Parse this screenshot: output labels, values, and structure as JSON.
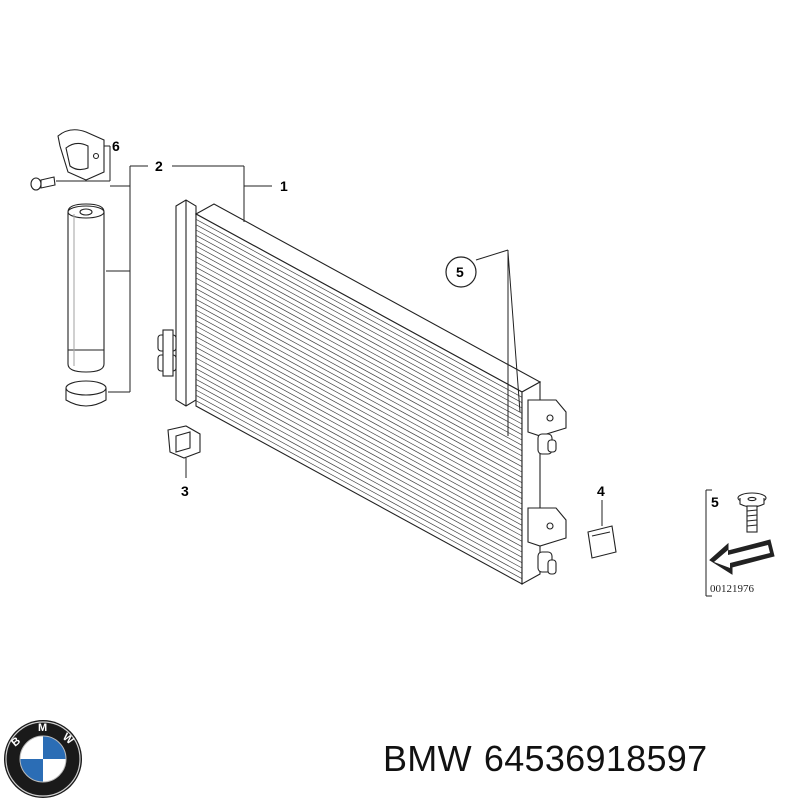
{
  "callouts": {
    "c1": "1",
    "c2": "2",
    "c3": "3",
    "c4": "4",
    "c5": "5",
    "c6": "6"
  },
  "legend": {
    "number": "5",
    "code": "00121976"
  },
  "footer": {
    "brand": "BMW",
    "part_number": "64536918597"
  },
  "logo": {
    "letters": "BMW",
    "colors": {
      "ring": "#1a1a1a",
      "blue": "#2b6db5",
      "white": "#ffffff"
    }
  }
}
